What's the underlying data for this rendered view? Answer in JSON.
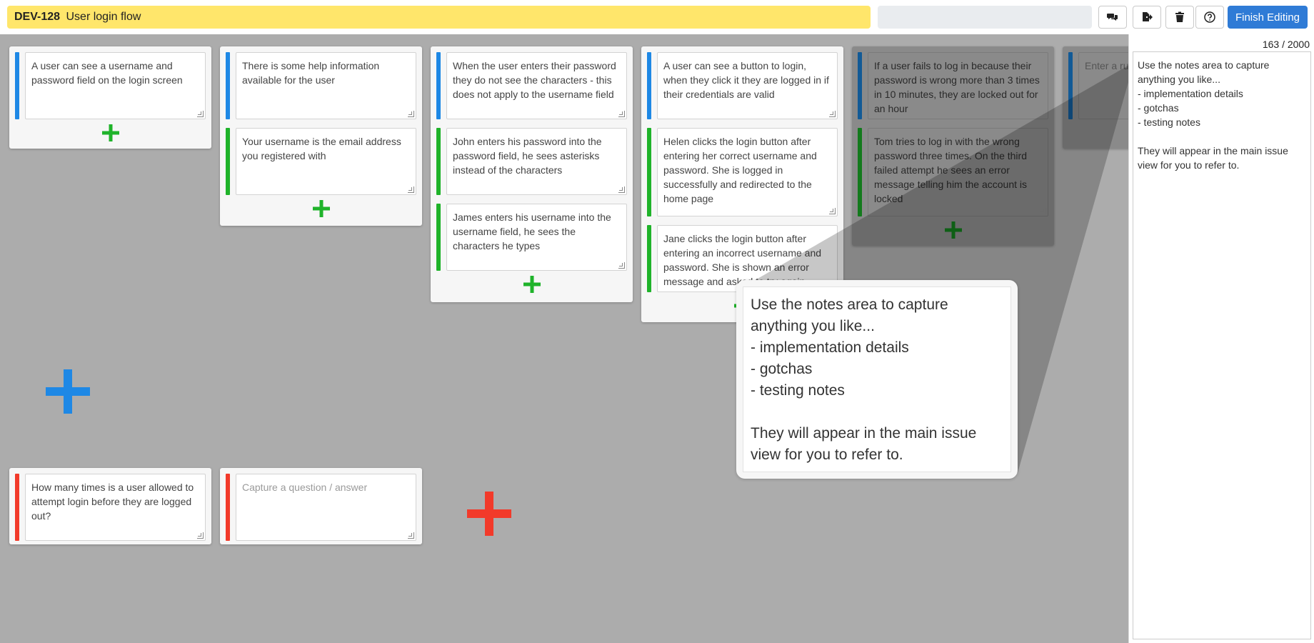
{
  "header": {
    "issue_key": "DEV-128",
    "issue_title": "User login flow",
    "finish_label": "Finish Editing"
  },
  "icons": {
    "comments": "comments-icon",
    "export": "export-icon",
    "delete": "trash-icon",
    "help": "help-icon",
    "add": "plus-icon"
  },
  "colors": {
    "title_bg": "#ffe66b",
    "rule": "#1e88e5",
    "example": "#1fb32a",
    "question": "#f23a2a",
    "primary_button": "#2f7bd6"
  },
  "rules": [
    {
      "text": "A user can see a username and password field on the login screen",
      "examples": []
    },
    {
      "text": "There is some help information available for the user",
      "examples": [
        "Your username is the email address you registered with"
      ]
    },
    {
      "text": "When the user enters their password they do not see the characters - this does not apply to the username field",
      "examples": [
        "John enters his password into the password field, he sees asterisks instead of the characters",
        "James enters his username into the username field, he sees the characters he types"
      ]
    },
    {
      "text": "A user can see a button to login, when they click it they are logged in if their credentials are valid",
      "examples": [
        "Helen clicks the login button after entering her correct username and password. She is logged in successfully and redirected to the home page",
        "Jane clicks the login button after entering an incorrect username and password. She is shown an error message and asked to try again"
      ]
    },
    {
      "text": "If a user fails to log in because their password is wrong more than 3 times in 10 minutes, they are locked out for an hour",
      "examples": [
        "Tom tries to log in with the wrong password three times. On the third failed attempt he sees an error message telling him the account is locked"
      ]
    },
    {
      "placeholder": "Enter a rule / behaviour"
    }
  ],
  "questions": [
    {
      "text": "How many times is a user allowed to attempt login before they are logged out?"
    },
    {
      "placeholder": "Capture a question / answer"
    }
  ],
  "notes": {
    "count": "163 / 2000",
    "text": "Use the notes area to capture anything you like...\n- implementation details\n- gotchas\n- testing notes\n\nThey will appear in the main issue view for you to refer to."
  },
  "tooltip": {
    "text": "Use the notes area to capture anything you like...\n- implementation details\n- gotchas\n- testing notes\n\nThey will appear in the main issue view for you to refer to."
  }
}
